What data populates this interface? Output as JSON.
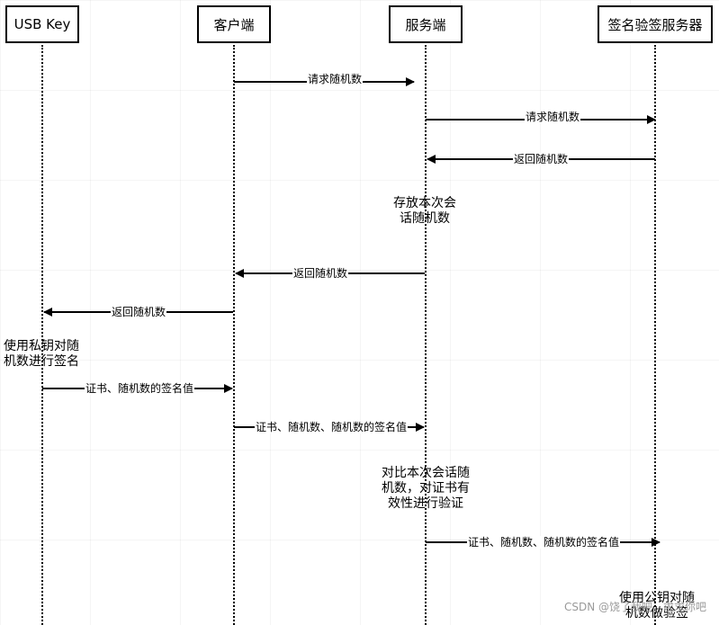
{
  "participants": [
    {
      "id": "usb",
      "label": "USB Key"
    },
    {
      "id": "client",
      "label": "客户端"
    },
    {
      "id": "server",
      "label": "服务端"
    },
    {
      "id": "sign",
      "label": "签名验签服务器"
    }
  ],
  "messages": [
    {
      "from": "client",
      "to": "server",
      "label": "请求随机数"
    },
    {
      "from": "server",
      "to": "sign",
      "label": "请求随机数"
    },
    {
      "from": "sign",
      "to": "server",
      "label": "返回随机数"
    },
    {
      "from": "server",
      "to": "client",
      "label": "返回随机数"
    },
    {
      "from": "client",
      "to": "usb",
      "label": "返回随机数"
    },
    {
      "from": "usb",
      "to": "client",
      "label": "证书、随机数的签名值"
    },
    {
      "from": "client",
      "to": "server",
      "label": "证书、随机数、随机数的签名值"
    },
    {
      "from": "server",
      "to": "sign",
      "label": "证书、随机数、随机数的签名值"
    }
  ],
  "notes": [
    {
      "text": "存放本次会\n话随机数"
    },
    {
      "text": "使用私钥对随\n机数进行签名"
    },
    {
      "text": "对比本次会话随\n机数，对证书有\n效性进行验证"
    },
    {
      "text": "使用公钥对随\n机数做验签"
    }
  ],
  "watermark": "CSDN @饶了我吧，求求你吧"
}
